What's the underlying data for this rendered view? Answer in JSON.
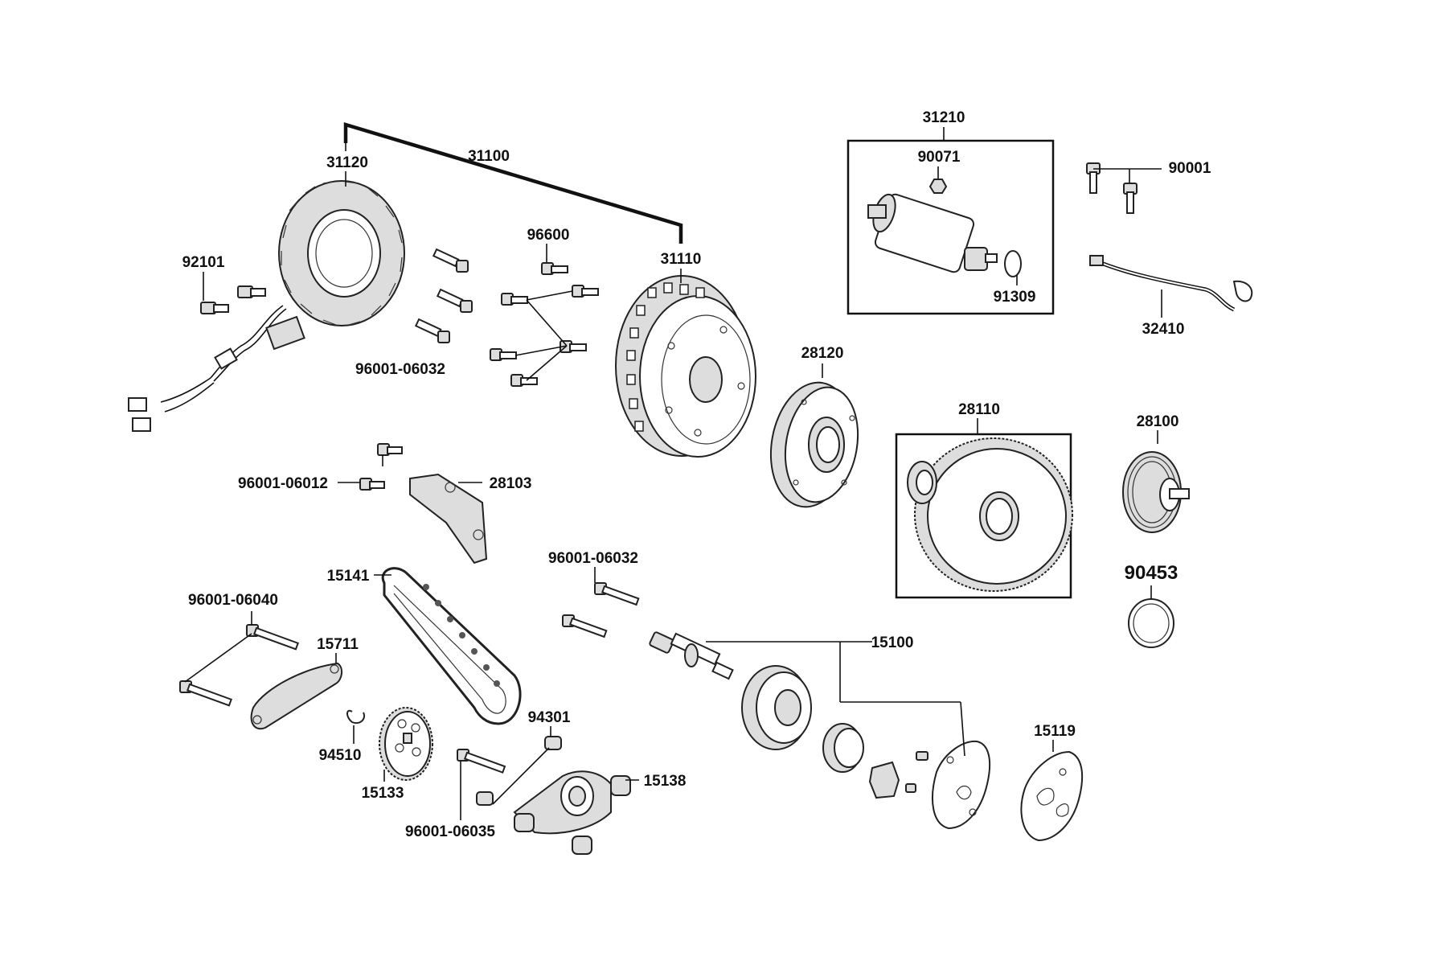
{
  "labels": {
    "31100": "31100",
    "31120": "31120",
    "31110": "31110",
    "92101": "92101",
    "96600": "96600",
    "96001_06032_a": "96001-06032",
    "31210": "31210",
    "90071": "90071",
    "91309": "91309",
    "90001": "90001",
    "32410": "32410",
    "28120": "28120",
    "28110": "28110",
    "28100": "28100",
    "90453": "90453",
    "96001_06012": "96001-06012",
    "28103": "28103",
    "15141": "15141",
    "96001_06032_b": "96001-06032",
    "96001_06040": "96001-06040",
    "15711": "15711",
    "15100": "15100",
    "94510": "94510",
    "15133": "15133",
    "94301": "94301",
    "15138": "15138",
    "96001_06035": "96001-06035",
    "15119": "15119"
  }
}
